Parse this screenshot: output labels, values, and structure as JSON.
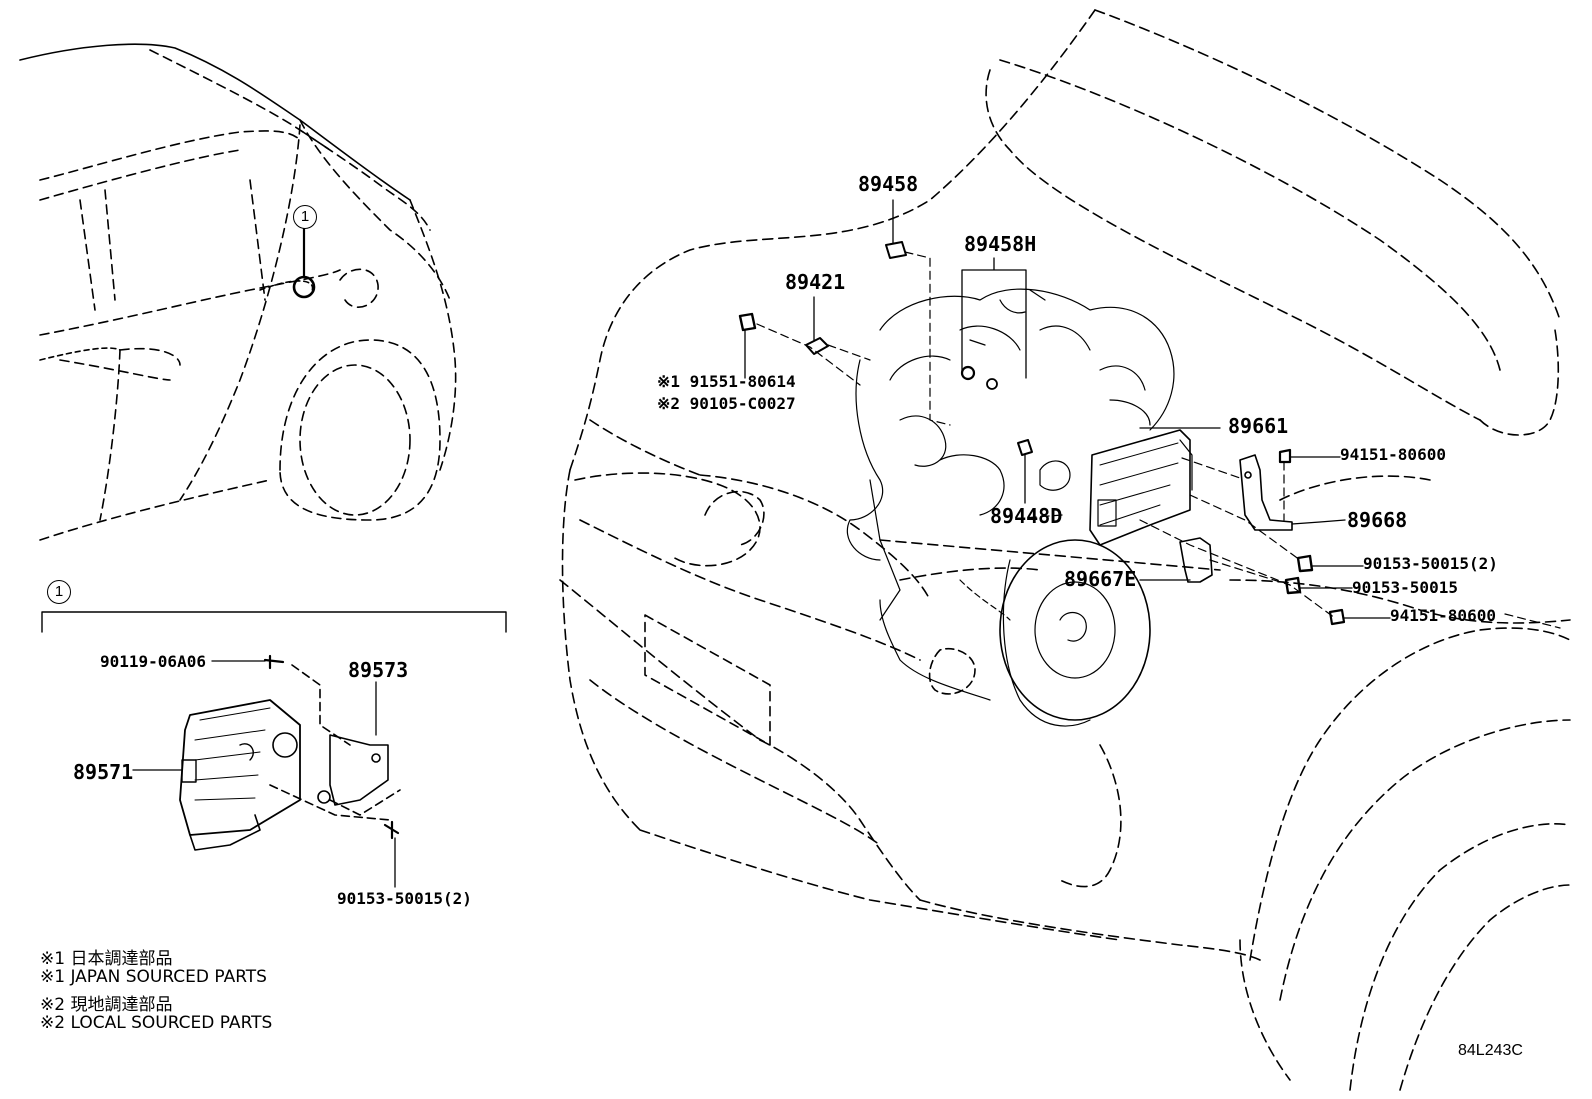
{
  "callout_marker": "1",
  "inset_marker": "1",
  "parts": {
    "p89458": "89458",
    "p89458H": "89458H",
    "p89421": "89421",
    "p91551": "※1 91551-80614",
    "p90105": "※2 90105-C0027",
    "p89661": "89661",
    "p94151a": "94151-80600",
    "p89668": "89668",
    "p89448D": "89448D",
    "p90153a": "90153-50015(2)",
    "p89667E": "89667E",
    "p90153b": "90153-50015",
    "p94151b": "94151-80600",
    "p90119": "90119-06A06",
    "p89573": "89573",
    "p89571": "89571",
    "p90153c": "90153-50015(2)"
  },
  "notes": [
    "※1 日本調達部品",
    "※1 JAPAN SOURCED PARTS",
    "※2 現地調達部品",
    "※2 LOCAL SOURCED PARTS"
  ],
  "figure_code": "84L243C"
}
